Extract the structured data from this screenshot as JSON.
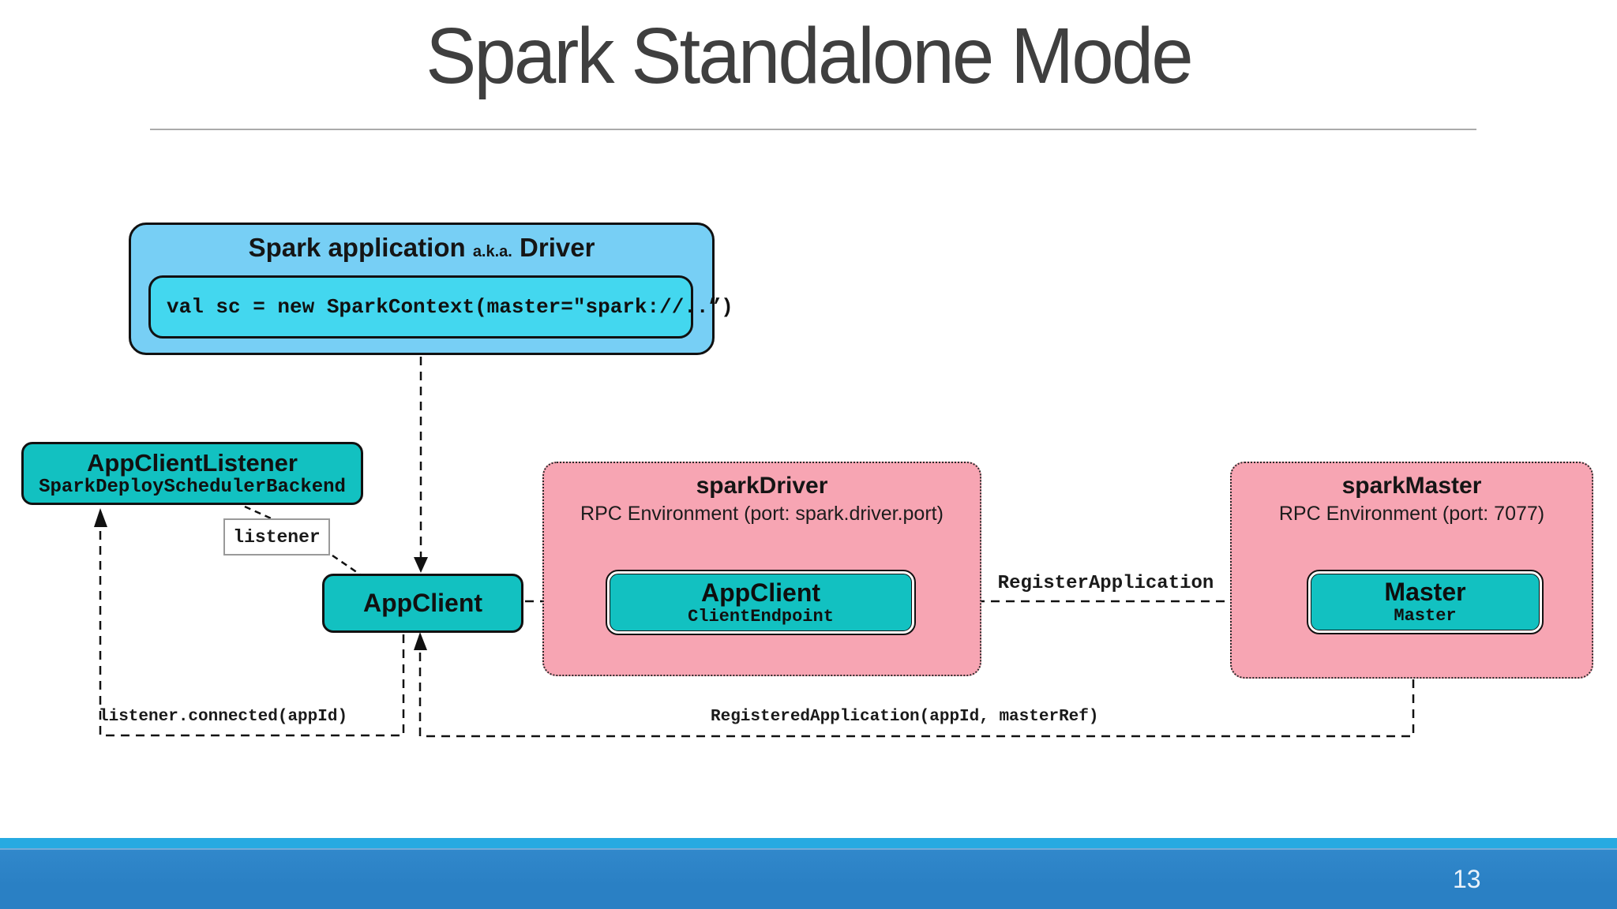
{
  "slide": {
    "title": "Spark Standalone Mode",
    "page_number": "13"
  },
  "driver_app": {
    "title_main": "Spark application",
    "title_aka": "a.k.a.",
    "title_suffix": "Driver",
    "code": "val sc = new SparkContext(master=\"spark://..”)"
  },
  "app_client_listener": {
    "title": "AppClientListener",
    "subtitle": "SparkDeploySchedulerBackend"
  },
  "listener_tag": "listener",
  "app_client": {
    "label": "AppClient"
  },
  "spark_driver_env": {
    "title": "sparkDriver",
    "subtitle": "RPC Environment (port: spark.driver.port)",
    "endpoint_title": "AppClient",
    "endpoint_subtitle": "ClientEndpoint"
  },
  "spark_master_env": {
    "title": "sparkMaster",
    "subtitle": "RPC Environment (port: 7077)",
    "endpoint_title": "Master",
    "endpoint_subtitle": "Master"
  },
  "messages": {
    "register": "RegisterApplication",
    "registered": "RegisteredApplication(appId, masterRef)",
    "listener_connected": "listener.connected(appId)"
  },
  "colors": {
    "title_gray": "#3f3f3f",
    "box_light_blue": "#77cff5",
    "box_cyan": "#43d7ef",
    "box_teal": "#12c1c1",
    "box_pink": "#f7a5b3",
    "accent_light_stripe": "#27aae1",
    "accent_blue_bar": "#2a80c4"
  }
}
